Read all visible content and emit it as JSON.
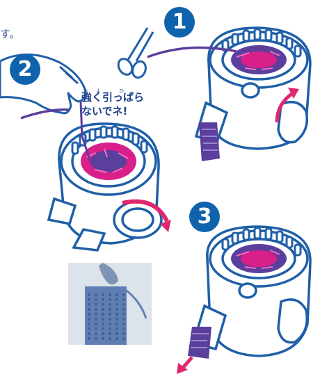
{
  "steps": {
    "one": "1",
    "two": "2",
    "three": "3"
  },
  "instruction": {
    "ruby": "つよ  ひ",
    "line1": "強く引っぱら",
    "line2": "ないでネ!"
  },
  "edge_fragment": "す。",
  "colors": {
    "outline": "#1f5fa8",
    "badge": "#0f63ad",
    "yarn_magenta": "#e0228c",
    "yarn_purple": "#5b3f9c",
    "arrow": "#e0286e",
    "text": "#1b3f8a"
  },
  "icons": [
    "scissors-icon",
    "hand-icon",
    "rotate-arrow-icon",
    "pull-arrow-icon"
  ]
}
